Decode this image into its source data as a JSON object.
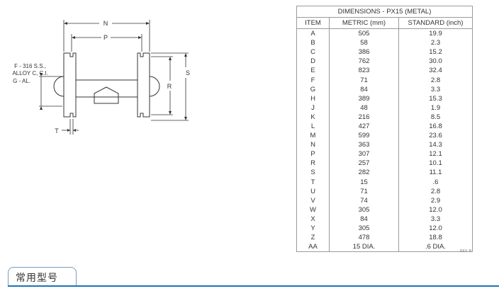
{
  "drawing": {
    "labels": {
      "N": "N",
      "P": "P",
      "S": "S",
      "R": "R",
      "T": "T"
    },
    "material_callout": [
      "F - 316 S.S.,",
      "ALLOY C, C.I.",
      "G - AL."
    ]
  },
  "table": {
    "title": "DIMENSIONS - PX15 (METAL)",
    "headers": [
      "ITEM",
      "METRIC (mm)",
      "STANDARD (inch)"
    ],
    "rows": [
      [
        "A",
        "505",
        "19.9"
      ],
      [
        "B",
        "58",
        "2.3"
      ],
      [
        "C",
        "386",
        "15.2"
      ],
      [
        "D",
        "762",
        "30.0"
      ],
      [
        "E",
        "823",
        "32.4"
      ],
      [
        "F",
        "71",
        "2.8"
      ],
      [
        "G",
        "84",
        "3.3"
      ],
      [
        "H",
        "389",
        "15.3"
      ],
      [
        "J",
        "48",
        "1.9"
      ],
      [
        "K",
        "216",
        "8.5"
      ],
      [
        "L",
        "427",
        "16.8"
      ],
      [
        "M",
        "599",
        "23.6"
      ],
      [
        "N",
        "363",
        "14.3"
      ],
      [
        "P",
        "307",
        "12.1"
      ],
      [
        "R",
        "257",
        "10.1"
      ],
      [
        "S",
        "282",
        "11.1"
      ],
      [
        "T",
        "15",
        ".6"
      ],
      [
        "U",
        "71",
        "2.8"
      ],
      [
        "V",
        "74",
        "2.9"
      ],
      [
        "W",
        "305",
        "12.0"
      ],
      [
        "X",
        "84",
        "3.3"
      ],
      [
        "Y",
        "305",
        "12.0"
      ],
      [
        "Z",
        "478",
        "18.8"
      ],
      [
        "AA",
        "15 DIA.",
        ".6 DIA."
      ]
    ],
    "revision": "REV. B"
  },
  "section": {
    "title": "常用型号",
    "tab_border_color": "#7a9cc0",
    "line_color": "#1a73b8"
  }
}
